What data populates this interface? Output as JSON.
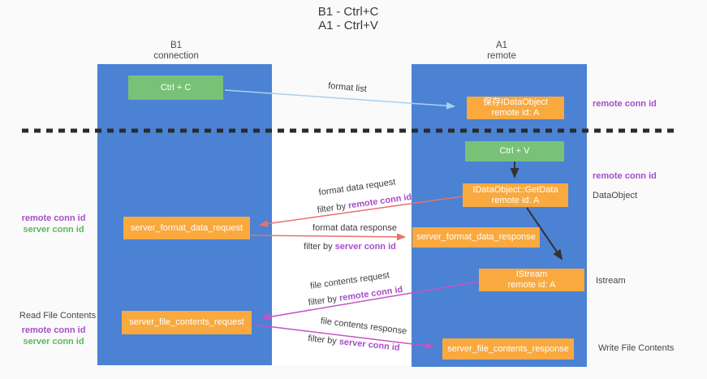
{
  "title": {
    "line1": "B1 - Ctrl+C",
    "line2": "A1 - Ctrl+V"
  },
  "lanes": {
    "left": {
      "name": "B1",
      "subtitle": "connection"
    },
    "right": {
      "name": "A1",
      "subtitle": "remote"
    }
  },
  "nodes": {
    "ctrl_c": {
      "label": "Ctrl + C"
    },
    "save_idataobject": {
      "line1": "保存IDataObject",
      "line2": "remote id: A"
    },
    "ctrl_v": {
      "label": "Ctrl + V"
    },
    "getdata": {
      "line1": "IDataObject::GetData",
      "line2": "remote id: A"
    },
    "format_request": {
      "label": "server_format_data_request"
    },
    "format_response": {
      "label": "server_format_data_response"
    },
    "istream": {
      "line1": "IStream",
      "line2": "remote id: A"
    },
    "file_request": {
      "label": "server_file_contents_request"
    },
    "file_response": {
      "label": "server_file_contents_response"
    }
  },
  "edge_labels": {
    "format_list": "format list",
    "format_data_request": "format data request",
    "format_data_response": "format data response",
    "file_contents_request": "file contents request",
    "file_contents_response": "file contents response",
    "filter_by": "filter by ",
    "remote_conn_id": "remote conn id",
    "server_conn_id": "server conn id"
  },
  "side_labels": {
    "right_remote_1": "remote conn id",
    "right_remote_2": "remote conn id",
    "dataobject": "DataObject",
    "istream": "Istream",
    "write_file": "Write File Contents",
    "left_remote_1": "remote conn id",
    "left_server_1": "server conn id",
    "read_file": "Read File Contents",
    "left_remote_2": "remote conn id",
    "left_server_2": "server conn id"
  },
  "colors": {
    "lane_blue": "#4b82d4",
    "box_green": "#77c277",
    "box_orange": "#f9a93e",
    "purple": "#a64dc8",
    "green_label": "#5cb85c",
    "arrow_blue": "#a9d1ee",
    "arrow_salmon": "#e8716b",
    "arrow_magenta": "#c653c6",
    "arrow_black": "#333333",
    "divider_black": "#2b2b2b"
  }
}
